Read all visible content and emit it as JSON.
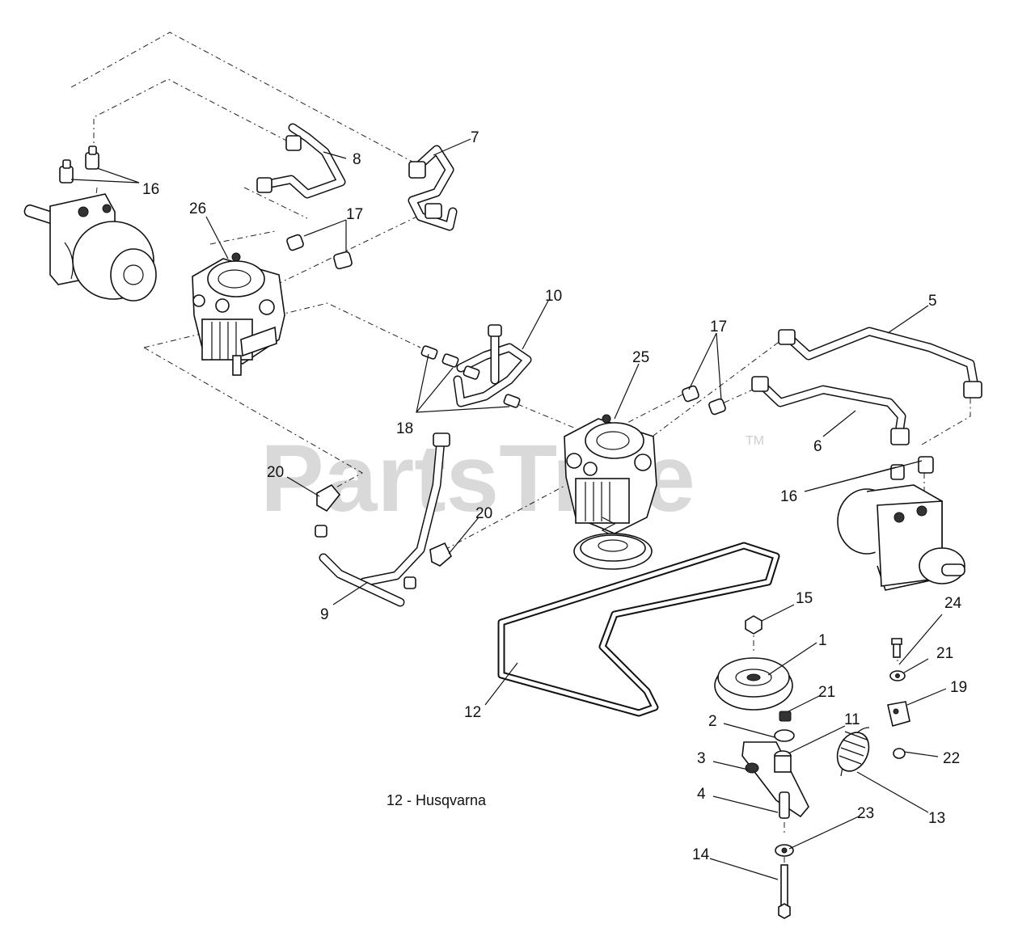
{
  "watermark": "PartsTree",
  "trademark": "TM",
  "caption": "12 - Husqvarna",
  "callouts": [
    "16",
    "8",
    "7",
    "26",
    "17",
    "17",
    "10",
    "5",
    "25",
    "17",
    "18",
    "6",
    "16",
    "20",
    "20",
    "9",
    "15",
    "1",
    "24",
    "21",
    "12",
    "21",
    "19",
    "2",
    "11",
    "3",
    "22",
    "4",
    "13",
    "23",
    "14"
  ]
}
